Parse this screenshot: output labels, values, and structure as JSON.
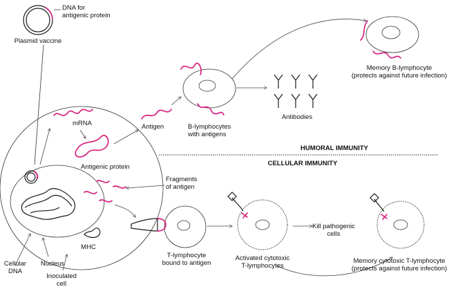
{
  "colors": {
    "rna": "#d6217f",
    "ink": "#1a1a1a"
  },
  "labels": {
    "dna_antigenic_1": "DNA for",
    "dna_antigenic_2": "antigenic protein",
    "plasmid_vaccine": "Plasmid vaccine",
    "mrna": "mRNA",
    "antigen": "Antigen",
    "antigenic_protein": "Antigenic protein",
    "fragments_1": "Fragments",
    "fragments_2": "of antigen",
    "b_lymph_1": "B-lymphocytes",
    "b_lymph_2": "with antigens",
    "antibodies": "Antibodies",
    "memory_b_1": "Memory B-lymphocyte",
    "memory_b_2": "(protects against future infection)",
    "humoral": "HUMORAL IMMUNITY",
    "cellular": "CELLULAR IMMUNITY",
    "mhc": "MHC",
    "cellular_dna_1": "Cellular",
    "cellular_dna_2": "DNA",
    "nucleus": "Nucleus",
    "inoculated_1": "Inoculated",
    "inoculated_2": "cell",
    "t_lymph_1": "T-lymphocyte",
    "t_lymph_2": "bound to antigen",
    "activated_1": "Activated cytotoxic",
    "activated_2": "T-lymphocytes",
    "kill_1": "Kill pathogenic",
    "kill_2": "cells",
    "memory_t_1": "Memory cytotoxic T-lymphocyte",
    "memory_t_2": "(protects against future infection)"
  }
}
